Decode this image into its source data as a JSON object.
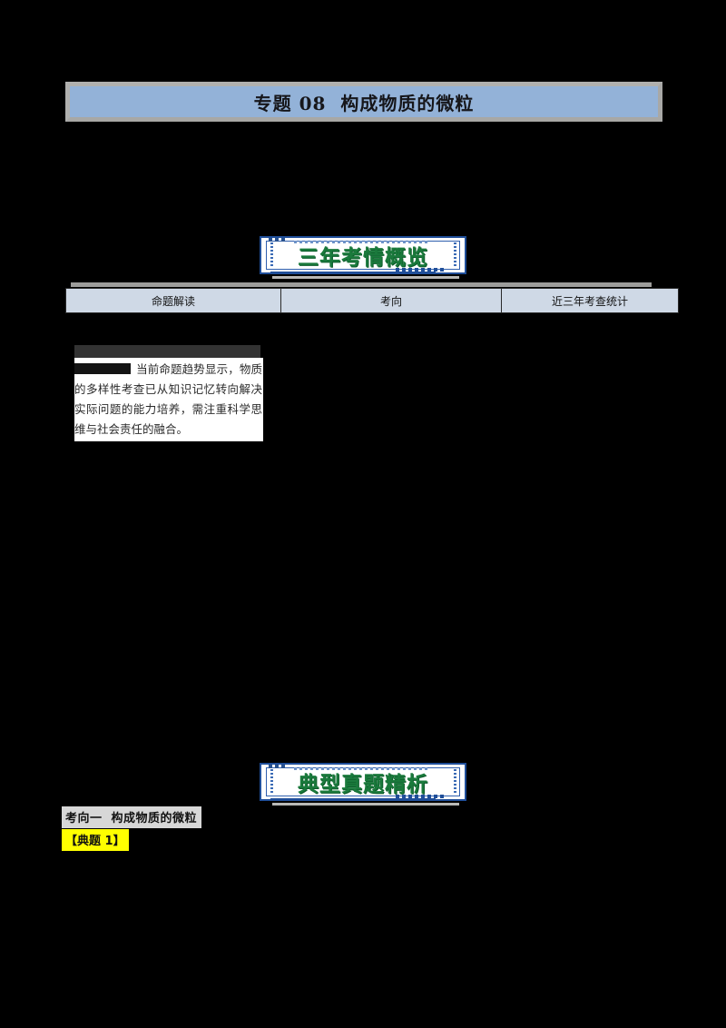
{
  "page": {
    "background_color": "#000000",
    "paper_color": "#ffffff"
  },
  "title_banner": {
    "text": "专题 08  构成物质的微粒",
    "background_color": "#93b2d8",
    "border_color": "#b0b0ae"
  },
  "sections": [
    {
      "id": "overview",
      "banner_text": "三年考情概览",
      "banner_text_color": "#1a7a3c",
      "banner_border_color": "#1f4e99"
    },
    {
      "id": "analysis",
      "banner_text": "典型真题精析",
      "banner_text_color": "#1a7a3c",
      "banner_border_color": "#1f4e99"
    }
  ],
  "overview_table": {
    "headers": [
      "命题解读",
      "考向",
      "近三年考查统计"
    ],
    "header_background": "#cfd9e6",
    "border_color": "#2a2a2a"
  },
  "overview_body": {
    "redacted_heading": "",
    "redacted_lead": "",
    "paragraph": "当前命题趋势显示，物质的多样性考查已从知识记忆转向解决实际问题的能力培养，需注重科学思维与社会责任的融合。"
  },
  "exam_direction": {
    "label": "考向一  构成物质的微粒",
    "highlight_color": "#d7d7d7"
  },
  "question_tag": {
    "label": "【典题 1】",
    "highlight_color": "#ffff00"
  }
}
